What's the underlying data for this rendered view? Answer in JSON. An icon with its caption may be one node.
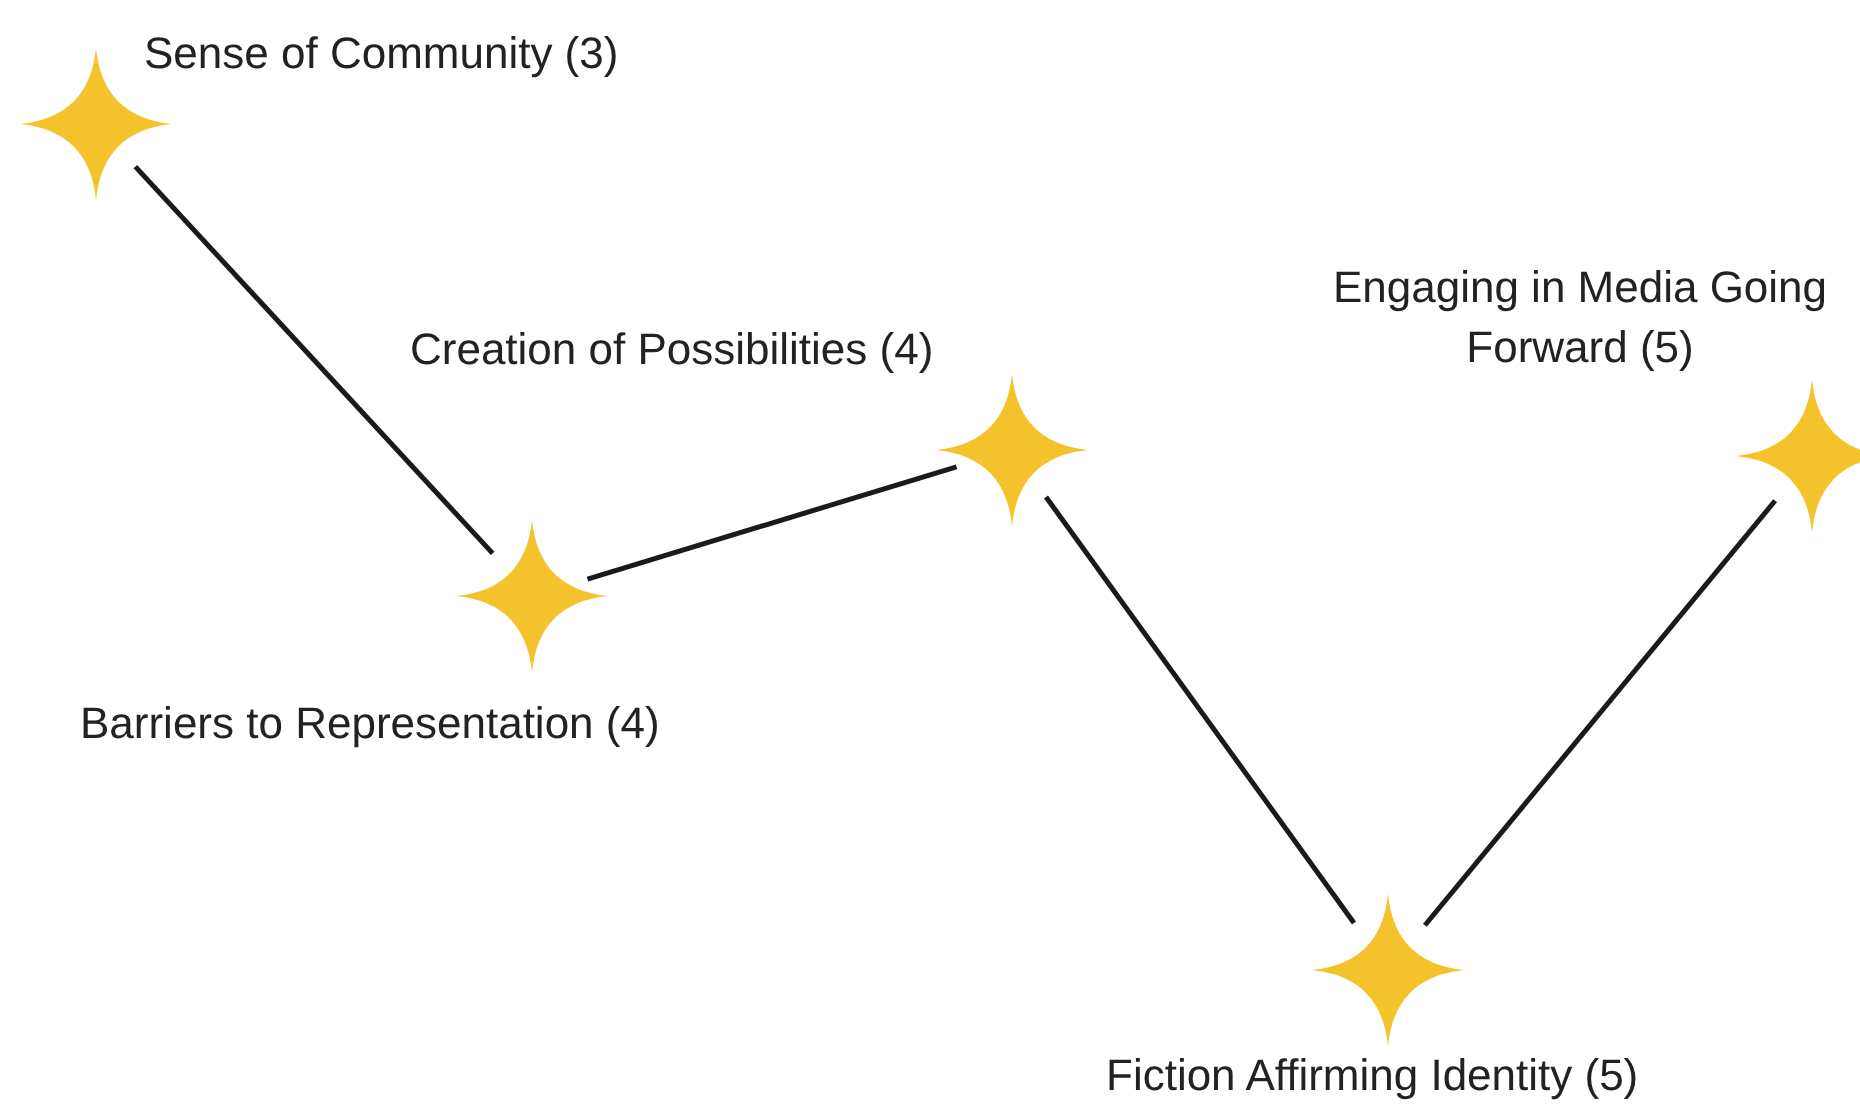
{
  "diagram": {
    "nodes": [
      {
        "text": [],
        "shape": "star",
        "beside": [
          "Sense of Community (3)"
        ]
      },
      {
        "text": [],
        "shape": "star",
        "beside": [
          "Barriers to Representation (4)"
        ]
      },
      {
        "text": [],
        "shape": "star",
        "beside": [
          "Creation of Possibilities (4)"
        ]
      },
      {
        "text": [],
        "shape": "star",
        "beside": [
          "Fiction Affirming Identity (5)"
        ]
      },
      {
        "text": [],
        "shape": "star",
        "beside": [
          "Engaging in Media Going Forward (5)"
        ]
      }
    ],
    "edges": [
      {
        "from": 0,
        "to": 1,
        "arrow": "none"
      },
      {
        "from": 1,
        "to": 2,
        "arrow": "none"
      },
      {
        "from": 2,
        "to": 3,
        "arrow": "none"
      },
      {
        "from": 3,
        "to": 4,
        "arrow": "none"
      }
    ]
  }
}
